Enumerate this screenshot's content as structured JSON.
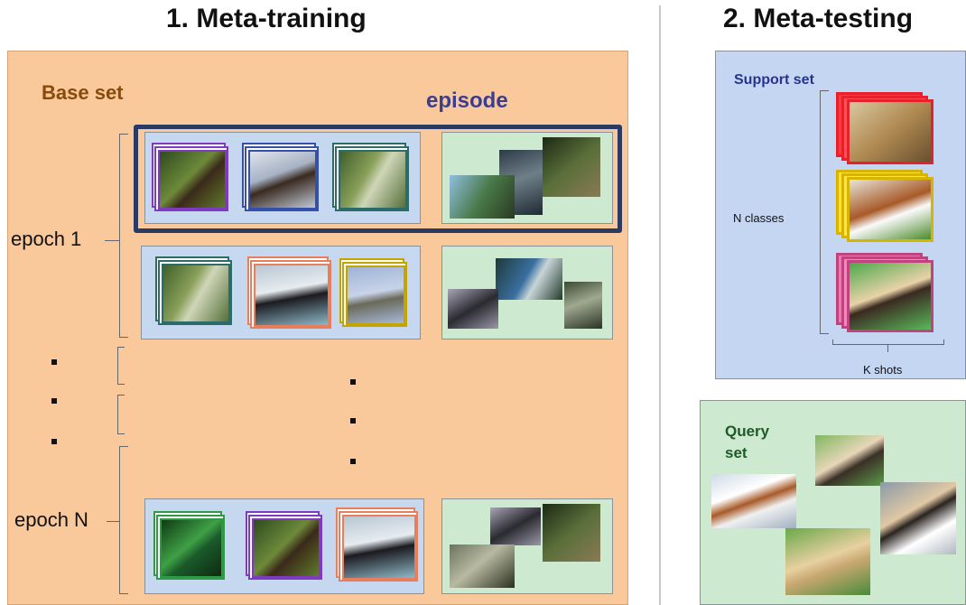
{
  "sections": {
    "meta_training_title": "1. Meta-training",
    "meta_testing_title": "2. Meta-testing"
  },
  "meta_training": {
    "base_set_label": "Base set",
    "episode_label": "episode",
    "epoch_labels": [
      "epoch 1",
      "epoch N"
    ]
  },
  "meta_testing": {
    "support_set_label": "Support set",
    "n_classes_label": "N classes",
    "k_shots_label": "K shots",
    "query_set_label_line1": "Query",
    "query_set_label_line2": "set"
  },
  "colors": {
    "purple": "#7e3bbf",
    "blue": "#3550a8",
    "teal": "#2b6c6b",
    "salmon": "#e97e5c",
    "gold": "#c4a500",
    "green": "#2f9a45",
    "red": "#e8202b",
    "yellow": "#d6b400",
    "magenta": "#c0427f"
  }
}
